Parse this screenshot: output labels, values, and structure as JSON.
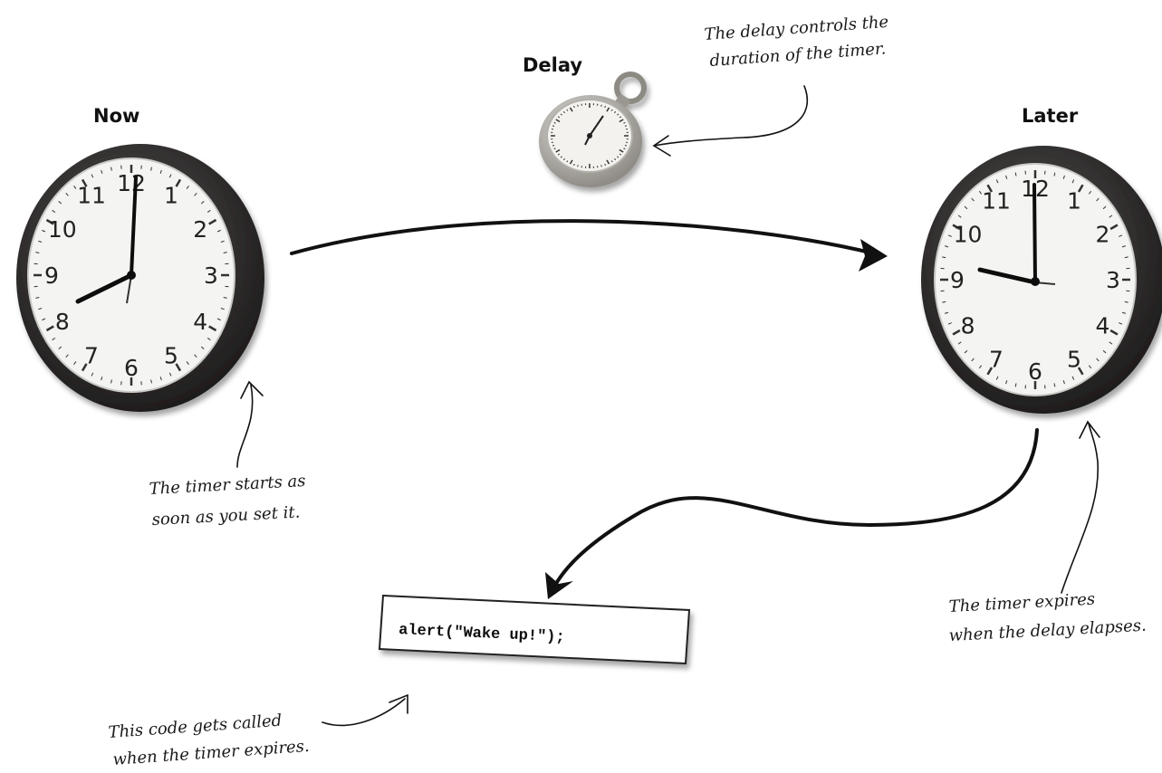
{
  "labels": {
    "now": "Now",
    "delay": "Delay",
    "later": "Later"
  },
  "code_box": {
    "code": "alert(\"Wake up!\");"
  },
  "annotations": {
    "delay_note": [
      "The delay controls the",
      "duration of the timer."
    ],
    "start_note": [
      "The timer starts as",
      "soon as you set it."
    ],
    "expire_note": [
      "The timer expires",
      "when the delay elapses."
    ],
    "code_note": [
      "This code gets called",
      "when the timer expires."
    ]
  },
  "clock_numbers": [
    "12",
    "1",
    "2",
    "3",
    "4",
    "5",
    "6",
    "7",
    "8",
    "9",
    "10",
    "11"
  ],
  "colors": {
    "clock_rim": "#2f2d2d",
    "clock_face": "#f4f4f2",
    "stopwatch_body": "#b8b6b0",
    "code_box_bg": "#ffffff"
  },
  "icons": {
    "now_clock": "wall-clock-icon",
    "later_clock": "wall-clock-icon",
    "delay": "stopwatch-icon"
  }
}
